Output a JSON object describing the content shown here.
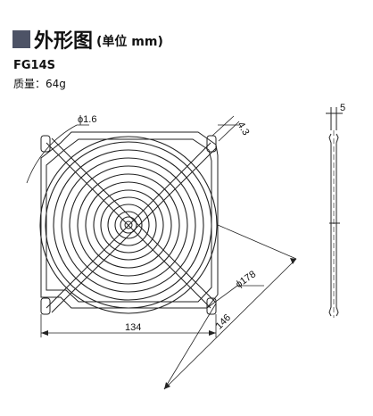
{
  "header": {
    "title": "外形图",
    "unit": "(单位 mm)"
  },
  "product": {
    "model": "FG14S",
    "weight": "质量：64g"
  },
  "dimensions": {
    "hole_dia": "ϕ1.6",
    "slot": "4.3",
    "outer_dia": "ϕ178",
    "pitch": "134",
    "overall": "146",
    "thickness": "5"
  },
  "colors": {
    "title_square": "#4d5366",
    "line": "#222222"
  }
}
